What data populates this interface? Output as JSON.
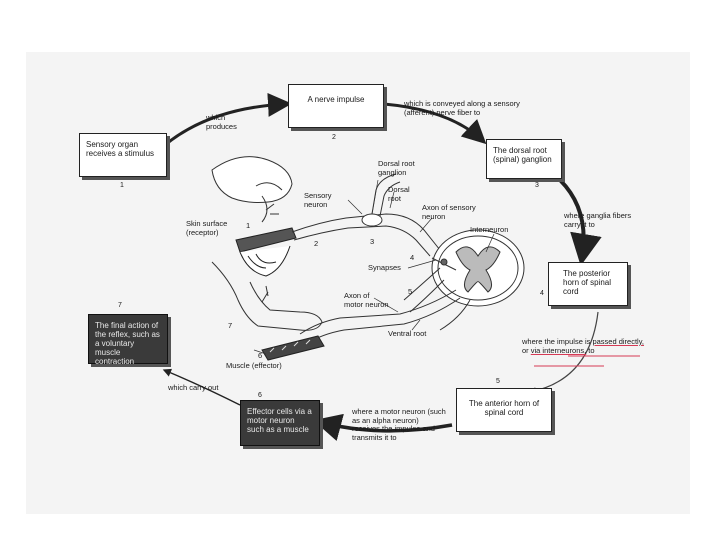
{
  "boxes": {
    "b1": {
      "text": "Sensory organ receives a stimulus",
      "num": "1"
    },
    "b2": {
      "text": "A nerve impulse",
      "num": "2"
    },
    "b3": {
      "text": "The dorsal root (spinal) ganglion",
      "num": "3"
    },
    "b4": {
      "text": "The posterior horn of spinal cord",
      "num": "4"
    },
    "b5": {
      "text": "The anterior horn of spinal cord",
      "num": "5"
    },
    "b6": {
      "text": "Effector cells via a motor neuron such as a muscle",
      "num": "6"
    },
    "b7": {
      "text": "The final action of the reflex, such as a voluntary muscle contraction",
      "num": "7"
    }
  },
  "connectors": {
    "c12": "which produces",
    "c23": "which is conveyed along a sensory (afferent) nerve fiber to",
    "c34": "where ganglia fibers carry it to",
    "c45_a": "where the impulse is ",
    "c45_b": "passed directly,",
    "c45_c": "or ",
    "c45_d": "via interneurons,",
    "c45_e": " to",
    "c56": "where a motor neuron (such as an alpha neuron) receives the impulse and transmits it to",
    "c67": "which carry out"
  },
  "illustration": {
    "dorsal_root_ganglion": "Dorsal root ganglion",
    "dorsal_root": "Dorsal root",
    "sensory_neuron": "Sensory neuron",
    "axon_sensory": "Axon of sensory neuron",
    "interneuron": "Interneuron",
    "skin_surface": "Skin surface (receptor)",
    "synapses": "Synapses",
    "axon_motor": "Axon of motor neuron",
    "ventral_root": "Ventral root",
    "muscle": "Muscle (effector)",
    "n1": "1",
    "n2": "2",
    "n3": "3",
    "n4": "4",
    "n5": "5",
    "n6": "6",
    "n7": "7"
  }
}
